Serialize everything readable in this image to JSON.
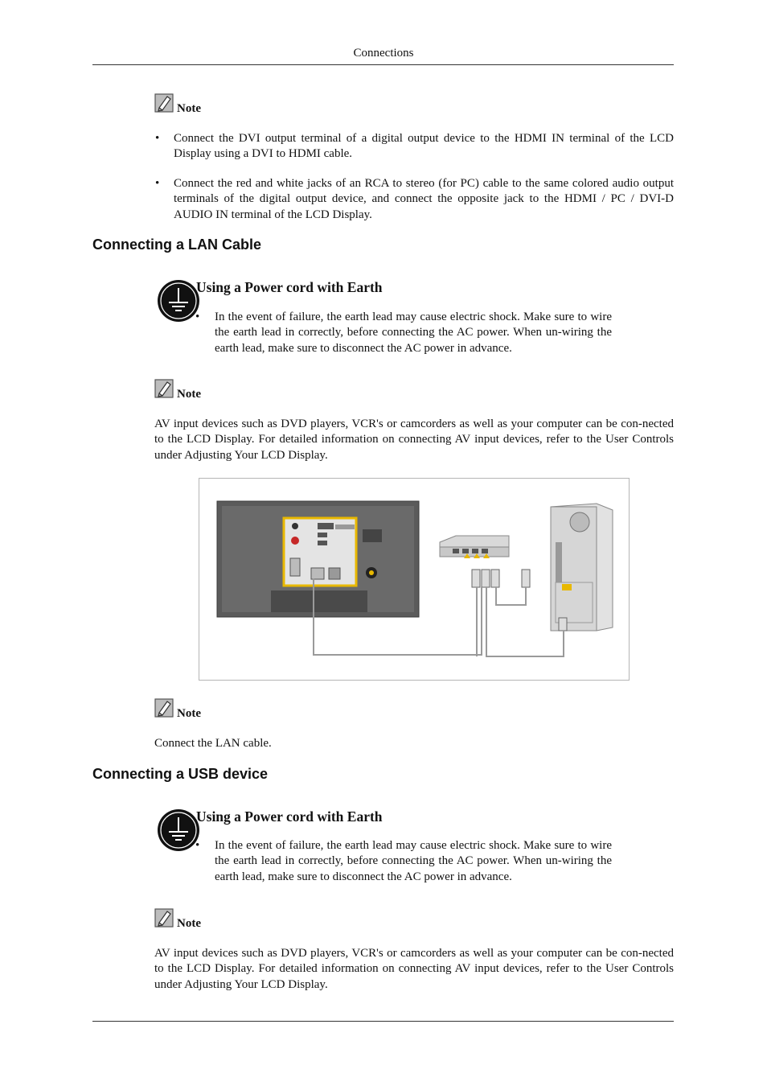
{
  "header": {
    "title": "Connections"
  },
  "section_top": {
    "note_label": "Note",
    "bullets": [
      "Connect the DVI output terminal of a digital output device to the HDMI IN terminal of the LCD Display using a DVI to HDMI cable.",
      "Connect the red and white jacks of an RCA to stereo (for PC) cable to the same colored audio output terminals of the digital output device, and connect the opposite jack to the HDMI / PC / DVI-D AUDIO IN terminal of the LCD Display."
    ]
  },
  "lan": {
    "heading": "Connecting a LAN Cable",
    "warning_title": "Using a Power cord with Earth",
    "warning_text": "In the event of failure, the earth lead may cause electric shock. Make sure to wire the earth lead in correctly, before connecting the AC power. When un-wiring the earth lead, make sure to disconnect the AC power in advance.",
    "note1_label": "Note",
    "note1_text": "AV input devices such as DVD players, VCR's or camcorders as well as your computer can be con-nected to the LCD Display. For detailed information on connecting AV input devices, refer to the User Controls under Adjusting Your LCD Display.",
    "note2_label": "Note",
    "note2_text": "Connect the LAN cable."
  },
  "usb": {
    "heading": "Connecting a USB device",
    "warning_title": "Using a Power cord with Earth",
    "warning_text": "In the event of failure, the earth lead may cause electric shock. Make sure to wire the earth lead in correctly, before connecting the AC power. When un-wiring the earth lead, make sure to disconnect the AC power in advance.",
    "note_label": "Note",
    "note_text": "AV input devices such as DVD players, VCR's or camcorders as well as your computer can be con-nected to the LCD Display. For detailed information on connecting AV input devices, refer to the User Controls under Adjusting Your LCD Display."
  },
  "icons": {
    "note": "note-pencil-icon",
    "earth": "earth-ground-icon"
  },
  "colors": {
    "port_highlight": "#e8b800",
    "cable": "#9a9a9a"
  }
}
